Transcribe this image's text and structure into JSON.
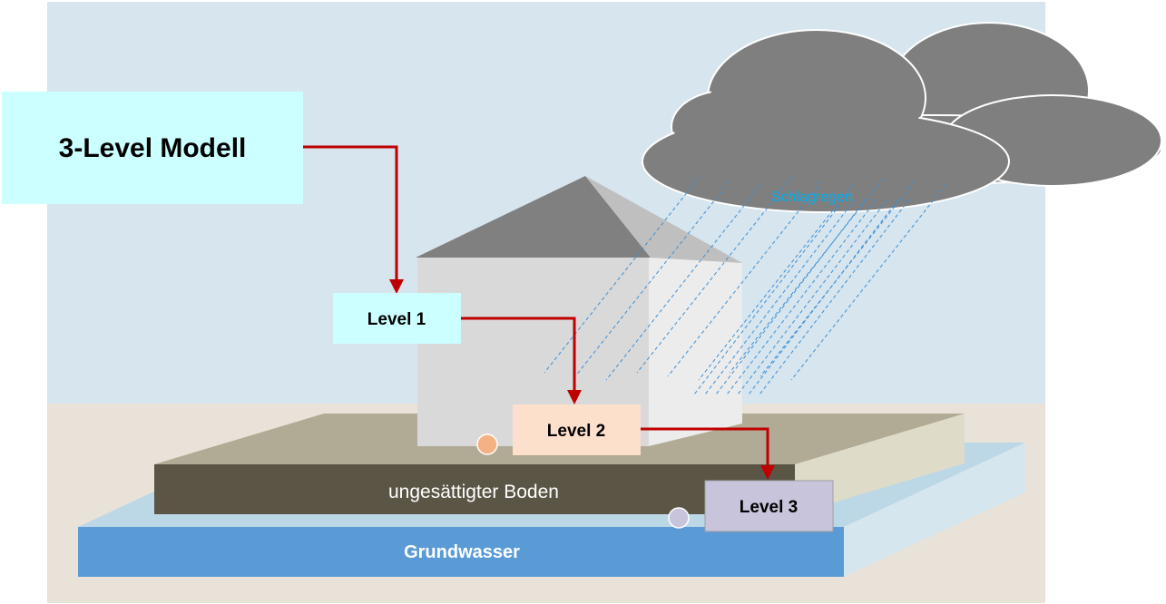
{
  "title": "3-Level Modell",
  "levels": [
    {
      "label": "Level 1",
      "color": "#ccffff"
    },
    {
      "label": "Level 2",
      "color": "#fde0cc"
    },
    {
      "label": "Level 3",
      "color": "#c8c4dc"
    }
  ],
  "cloud_label": "Schlagregen",
  "soil_label": "ungesättigter Boden",
  "groundwater_label": "Grundwasser",
  "colors": {
    "sky": "#d6e5ee",
    "ground": "#e9e2d8",
    "arrow": "#c00000",
    "soil": "#5b5546",
    "groundwater": "#5b9bd5",
    "rain": "#3d8fd6",
    "cloud": "#7f7f7f",
    "roof": "#808080",
    "wall": "#d9d9d9"
  }
}
